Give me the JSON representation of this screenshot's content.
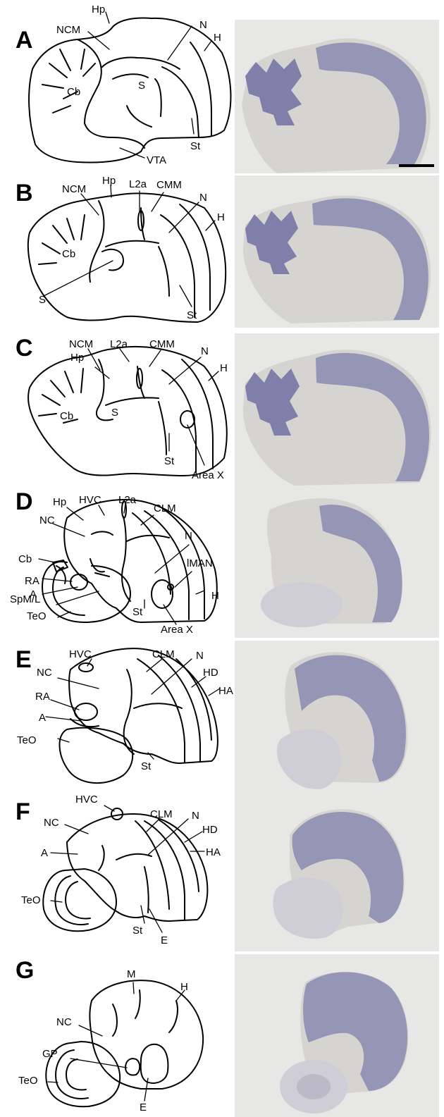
{
  "panels": [
    {
      "letter": "A",
      "labels": [
        "Hp",
        "NCM",
        "N",
        "H",
        "Cb",
        "S",
        "St",
        "VTA"
      ]
    },
    {
      "letter": "B",
      "labels": [
        "NCM",
        "Hp",
        "L2a",
        "CMM",
        "N",
        "H",
        "Cb",
        "S",
        "St"
      ]
    },
    {
      "letter": "C",
      "labels": [
        "NCM",
        "L2a",
        "CMM",
        "Hp",
        "N",
        "H",
        "Cb",
        "S",
        "St",
        "Area X"
      ]
    },
    {
      "letter": "D",
      "labels": [
        "Hp",
        "HVC",
        "L2a",
        "CLM",
        "NC",
        "N",
        "Cb",
        "lMAN",
        "RA",
        "A",
        "H",
        "SpM/L",
        "TeO",
        "St",
        "Area X"
      ]
    },
    {
      "letter": "E",
      "labels": [
        "HVC",
        "CLM",
        "N",
        "NC",
        "HD",
        "HA",
        "RA",
        "A",
        "TeO",
        "St"
      ]
    },
    {
      "letter": "F",
      "labels": [
        "HVC",
        "CLM",
        "N",
        "NC",
        "HD",
        "A",
        "HA",
        "TeO",
        "St",
        "E"
      ]
    },
    {
      "letter": "G",
      "labels": [
        "M",
        "NC",
        "H",
        "GP",
        "TeO",
        "E"
      ]
    }
  ],
  "colors": {
    "line": "#000000",
    "photo_background": "#e7e7e6",
    "stain": "#7c7ca0",
    "tissue": "#d6d4d0"
  }
}
